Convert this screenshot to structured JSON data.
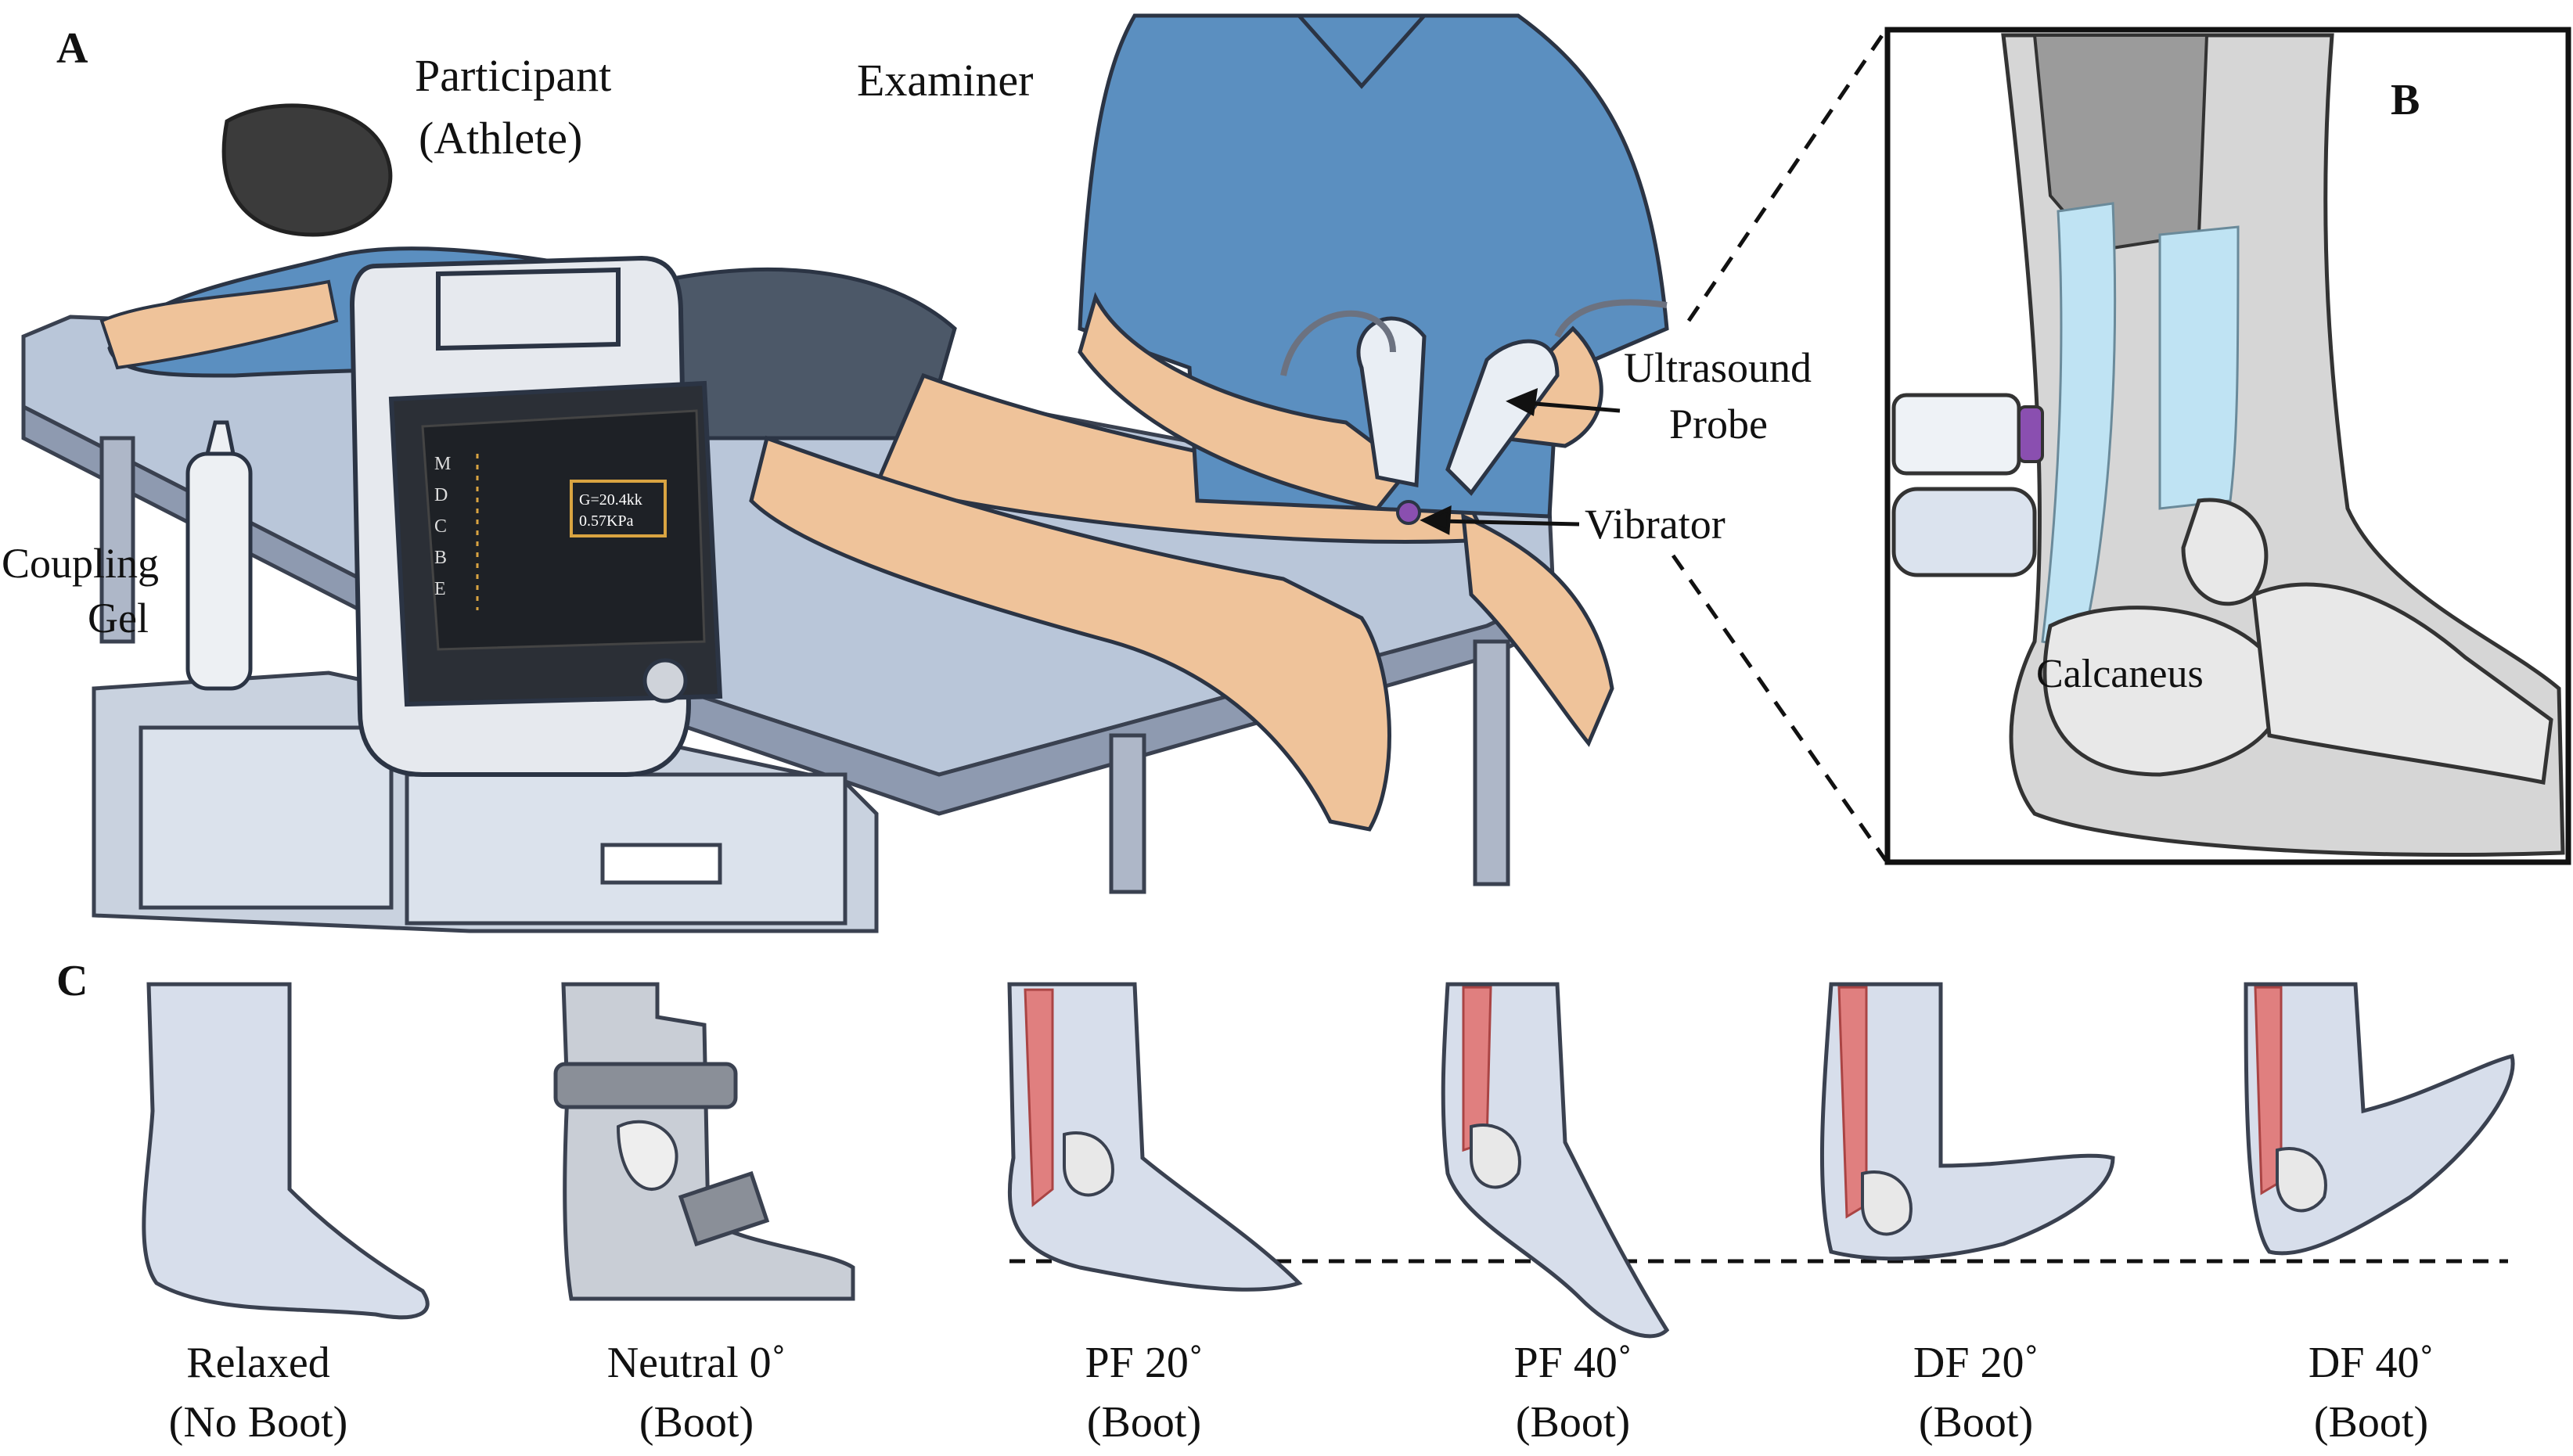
{
  "panels": {
    "a": "A",
    "b": "B",
    "c": "C"
  },
  "labels": {
    "participant_line1": "Participant",
    "participant_line2": "(Athlete)",
    "examiner": "Examiner",
    "ultrasound_line1": "Ultrasound",
    "ultrasound_line2": "Probe",
    "vibrator": "Vibrator",
    "coupling_line1": "Coupling",
    "coupling_line2": "Gel",
    "calcaneus": "Calcaneus"
  },
  "device_screen": {
    "menu_letters": [
      "M",
      "D",
      "C",
      "B",
      "E"
    ],
    "readout_line1": "G=20.4kk",
    "readout_line2": "0.57KPa"
  },
  "positions": [
    {
      "line1": "Relaxed",
      "line2": "(No Boot)"
    },
    {
      "line1": "Neutral 0˚",
      "line2": "(Boot)"
    },
    {
      "line1": "PF 20˚",
      "line2": "(Boot)"
    },
    {
      "line1": "PF 40˚",
      "line2": "(Boot)"
    },
    {
      "line1": "DF 20˚",
      "line2": "(Boot)"
    },
    {
      "line1": "DF 40˚",
      "line2": "(Boot)"
    }
  ],
  "colors": {
    "scrub_blue": "#5b8fc0",
    "skin": "#efc39a",
    "shorts": "#4c5868",
    "table": "#b9c6d9",
    "tendon_blue": "#bfe3f3",
    "achilles_red": "#e07f7f",
    "bone": "#e8e8e8",
    "foot_shadow": "#d7deeb"
  }
}
